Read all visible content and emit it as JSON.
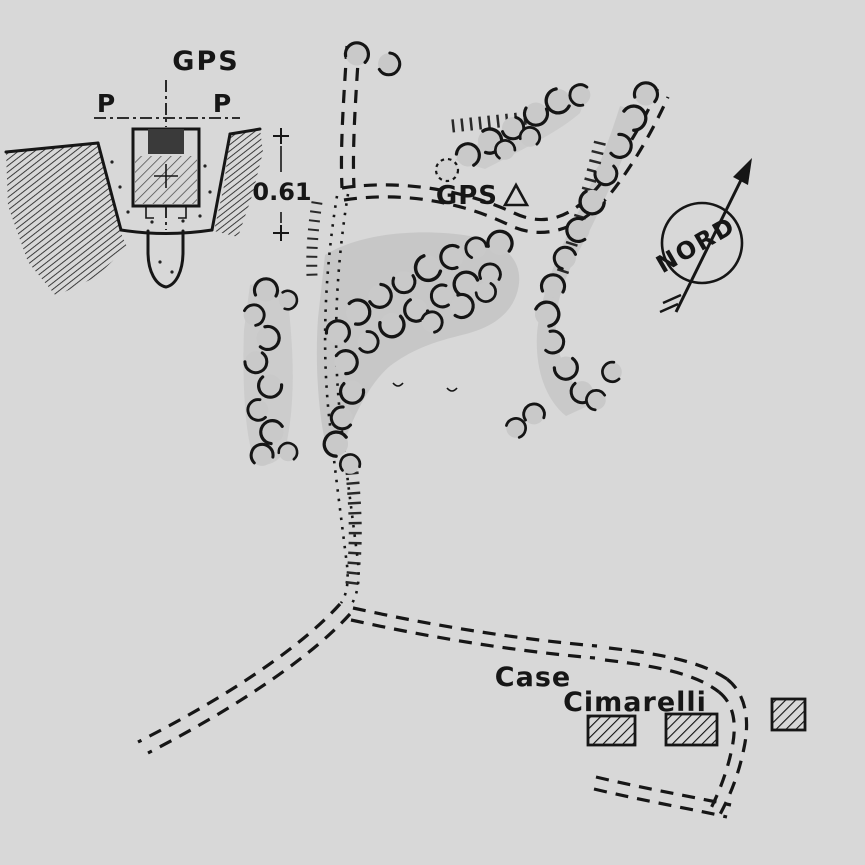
{
  "colors": {
    "background": "#d8d8d8",
    "ink": "#161616",
    "canopy": "#c2c2c2",
    "tree_fill": "#c9c9c9"
  },
  "inset": {
    "title": "GPS",
    "left_mark": "P",
    "right_mark": "P",
    "depth_value": "0.61"
  },
  "map": {
    "station_label": "GPS",
    "case_label": "Case",
    "cimarelli_label": "Cimarelli"
  },
  "compass": {
    "label": "NORD"
  }
}
